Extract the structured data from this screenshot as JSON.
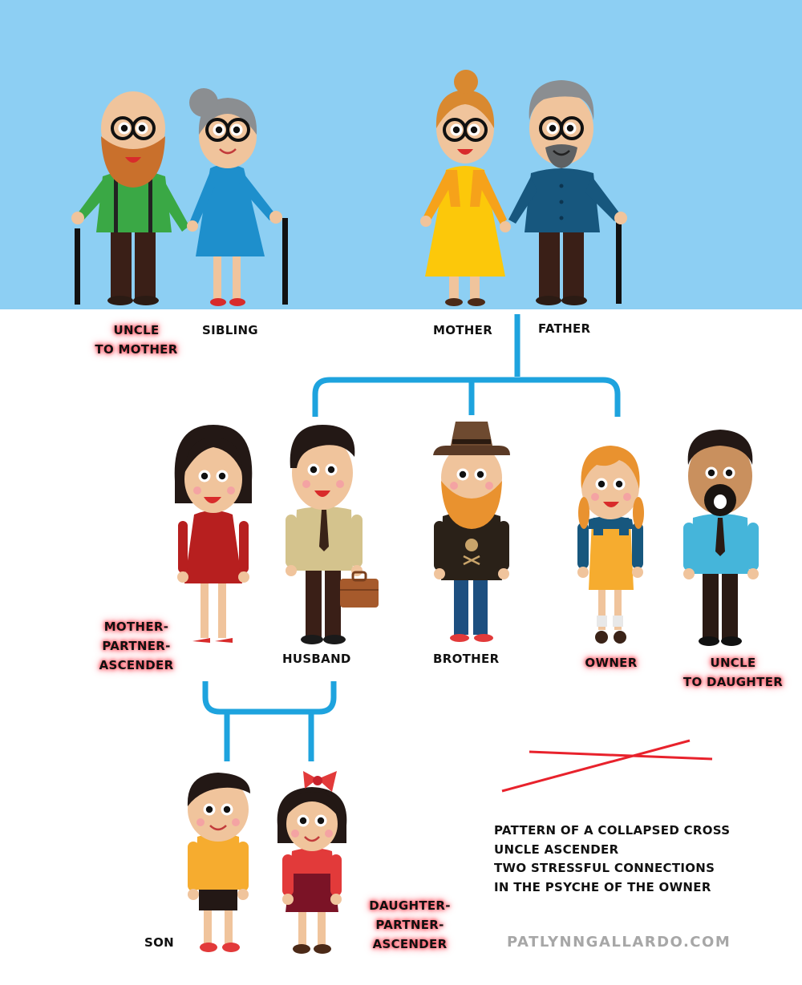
{
  "labels": {
    "uncle_to_mother": [
      "UNCLE",
      "TO MOTHER"
    ],
    "sibling": "SIBLING",
    "mother": "MOTHER",
    "father": "FATHER",
    "mother_partner_ascender": [
      "MOTHER-",
      "PARTNER-",
      "ASCENDER"
    ],
    "husband": "HUSBAND",
    "brother": "BROTHER",
    "owner": "OWNER",
    "uncle_to_daughter": [
      "UNCLE",
      "TO DAUGHTER"
    ],
    "son": "SON",
    "daughter_partner_ascender": [
      "DAUGHTER-",
      "PARTNER-",
      "ASCENDER"
    ]
  },
  "note_lines": [
    "PATTERN OF A COLLAPSED CROSS",
    "UNCLE ASCENDER",
    "TWO STRESSFUL CONNECTIONS",
    "IN THE PSYCHE OF THE OWNER"
  ],
  "watermark": "PATLYNNGALLARDO.COM",
  "colors": {
    "sky": "#8dcff3",
    "connector": "#1ea3de",
    "highlight": "#ff4b5a",
    "cross": "#e8222c"
  }
}
